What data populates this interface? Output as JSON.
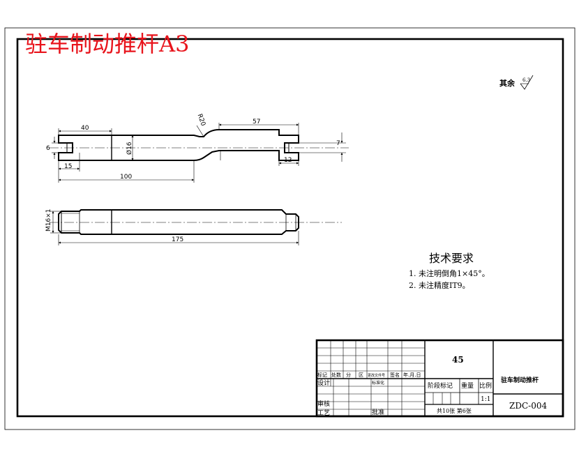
{
  "banner_title": "驻车制动推杆A3",
  "roughness": {
    "label": "其余",
    "value": "6.3"
  },
  "dimensions": {
    "d40": "40",
    "d57": "57",
    "r20": "R20",
    "d6": "6",
    "dia16": "Ø16",
    "d7": "7",
    "d15": "15",
    "d12": "12",
    "d100": "100",
    "thread": "M16×1",
    "d175": "175"
  },
  "tech_requirements": {
    "title": "技术要求",
    "items": [
      "1. 未注明倒角1×45°。",
      "2. 未注精度IT9。"
    ]
  },
  "title_block": {
    "material": "45",
    "part_name": "驻车制动推杆",
    "drawing_no": "ZDC-004",
    "scale": "1:1",
    "sheet_info": "共10张 第6张",
    "headers": {
      "mark": "标记",
      "count": "处数",
      "zone": "分",
      "zone2": "区",
      "change_doc": "更改文件号",
      "signature": "签名",
      "date": "年.月.日"
    },
    "design": "设计",
    "standardization": "标准化",
    "stage_mark": "阶段标记",
    "weight": "重量",
    "ratio": "比例",
    "review": "审核",
    "process": "工艺",
    "approve": "批准"
  }
}
